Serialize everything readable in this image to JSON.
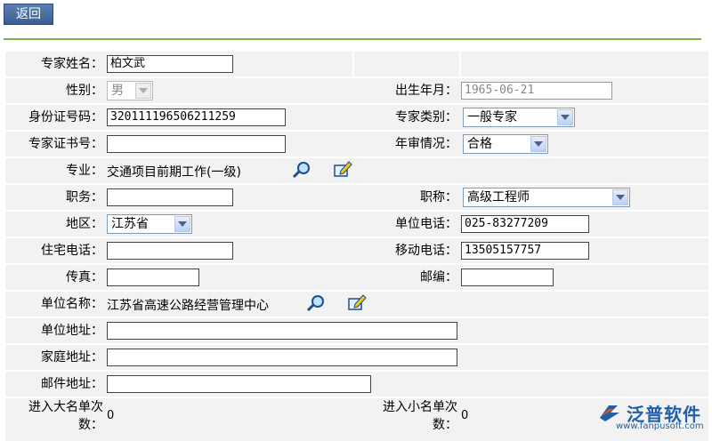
{
  "toolbar": {
    "back_label": "返回"
  },
  "form": {
    "name_label": "专家姓名：",
    "name_value": "柏文武",
    "gender_label": "性别：",
    "gender_value": "男",
    "birth_label": "出生年月：",
    "birth_value": "1965-06-21",
    "id_label": "身份证号码：",
    "id_value": "320111196506211259",
    "category_label": "专家类别：",
    "category_value": "一般专家",
    "cert_label": "专家证书号：",
    "cert_value": "",
    "annual_label": "年审情况：",
    "annual_value": "合格",
    "major_label": "专业：",
    "major_value": "交通项目前期工作(一级)",
    "duty_label": "职务：",
    "duty_value": "",
    "title_label": "职称：",
    "title_value": "高级工程师",
    "region_label": "地区：",
    "region_value": "江苏省",
    "work_phone_label": "单位电话：",
    "work_phone_value": "025-83277209",
    "home_phone_label": "住宅电话：",
    "home_phone_value": "",
    "mobile_label": "移动电话：",
    "mobile_value": "13505157757",
    "fax_label": "传真：",
    "fax_value": "",
    "zip_label": "邮编：",
    "zip_value": "",
    "unit_name_label": "单位名称：",
    "unit_name_value": "江苏省高速公路经营管理中心",
    "unit_addr_label": "单位地址：",
    "unit_addr_value": "",
    "home_addr_label": "家庭地址：",
    "home_addr_value": "",
    "mail_addr_label": "邮件地址：",
    "mail_addr_value": "",
    "big_list_label_1": "进入大名单次",
    "big_list_label_2": "数：",
    "big_list_value": "0",
    "small_list_label_1": "进入小名单次",
    "small_list_label_2": "数：",
    "small_list_value": "0"
  },
  "logo": {
    "name": "泛普软件",
    "url": "www.fanpusoft.com"
  },
  "colors": {
    "accent_line": "#7bb34a",
    "row_bg": "#f2f2f2",
    "button_bg": "#3a5f94",
    "logo": "#1f5fa8"
  }
}
